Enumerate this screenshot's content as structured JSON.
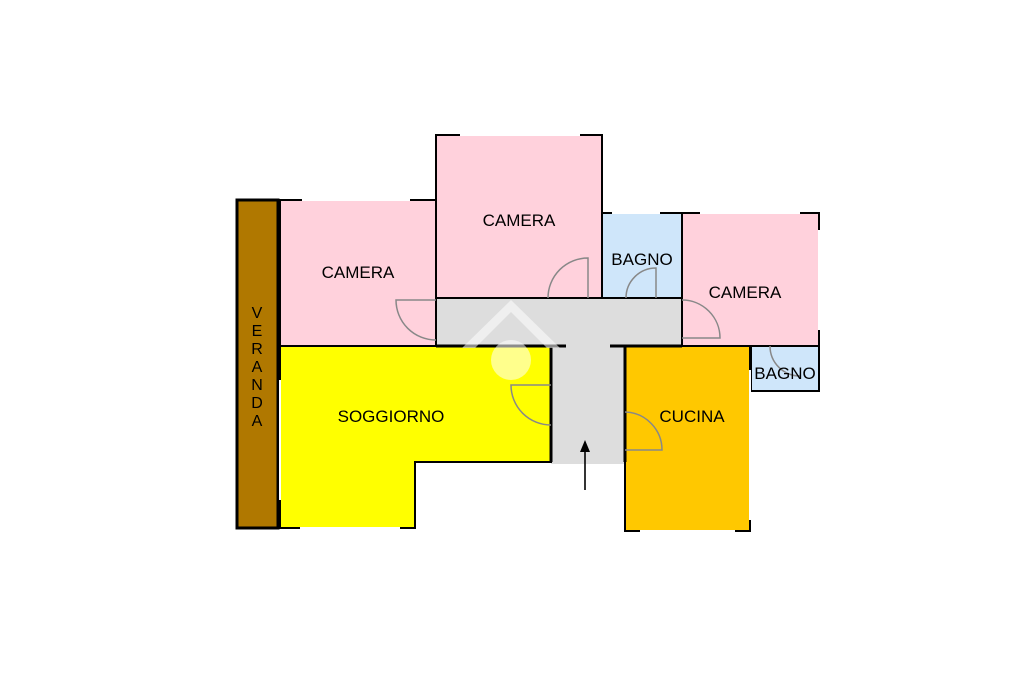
{
  "colors": {
    "bedroom": "#ffd1dc",
    "bathroom": "#cfe6fa",
    "living": "#ffff00",
    "kitchen": "#ffc800",
    "corridor": "#dddddd",
    "veranda": "#b07800",
    "wall": "#000000",
    "door_arc": "#888888"
  },
  "icons": {
    "watermark": "house-watermark-icon",
    "entrance": "entrance-arrow-icon"
  },
  "rooms": {
    "camera_left": "CAMERA",
    "camera_top": "CAMERA",
    "bagno_top": "BAGNO",
    "camera_right": "CAMERA",
    "bagno_small": "BAGNO",
    "soggiorno": "SOGGIORNO",
    "cucina": "CUCINA"
  },
  "veranda": {
    "label": "VERANDA",
    "letters": [
      "V",
      "E",
      "R",
      "A",
      "N",
      "D",
      "A"
    ]
  }
}
